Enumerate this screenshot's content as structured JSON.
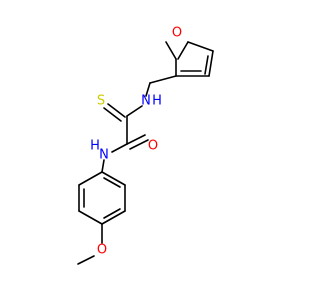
{
  "molecule": {
    "labels": {
      "o_furan": "O",
      "nh_top": "H",
      "n_top": "N",
      "s": "S",
      "o_carbonyl": "O",
      "nh_left": "H",
      "n_left": "N",
      "o_methoxy": "O"
    },
    "colors": {
      "O": "#ff0000",
      "N": "#0000ff",
      "S": "#cccc00",
      "bond": "#000000"
    }
  }
}
